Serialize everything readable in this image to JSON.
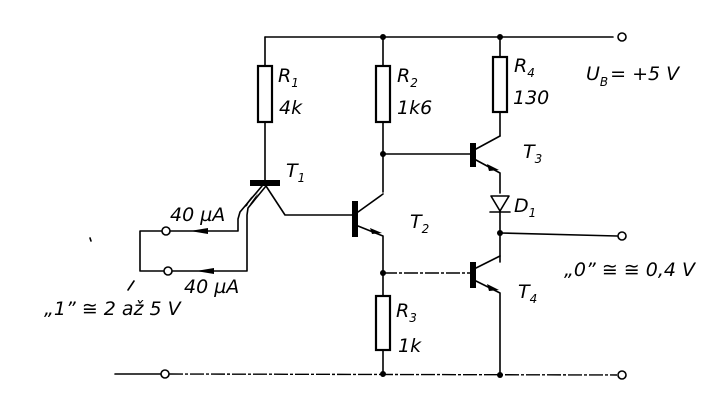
{
  "components": {
    "R1": {
      "name": "R",
      "index": "1",
      "value": "4k"
    },
    "R2": {
      "name": "R",
      "index": "2",
      "value": "1k6"
    },
    "R3": {
      "name": "R",
      "index": "3",
      "value": "1k"
    },
    "R4": {
      "name": "R",
      "index": "4",
      "value": "130"
    },
    "T1": {
      "name": "T",
      "index": "1"
    },
    "T2": {
      "name": "T",
      "index": "2"
    },
    "T3": {
      "name": "T",
      "index": "3"
    },
    "T4": {
      "name": "T",
      "index": "4"
    },
    "D1": {
      "name": "D",
      "index": "1"
    }
  },
  "supply": {
    "symbol": "U",
    "subscript": "B",
    "value": "= +5 V"
  },
  "inputs": {
    "current_1": "40 µA",
    "current_2": "40 µA",
    "logic_one": "„1” ≅ 2 až 5 V"
  },
  "output": {
    "logic_zero": "„0” ≅ ≅ 0,4 V"
  }
}
